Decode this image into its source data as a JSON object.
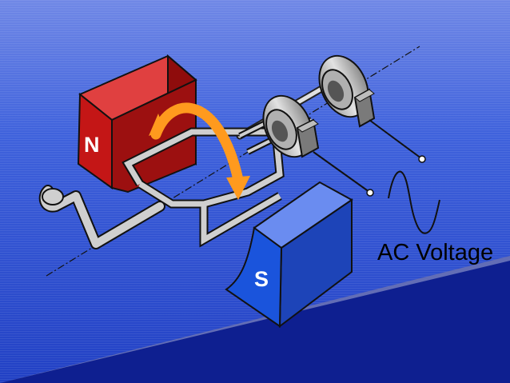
{
  "diagram": {
    "labels": {
      "north_pole": "N",
      "south_pole": "S",
      "output": "AC Voltage"
    },
    "components": [
      "north-magnet",
      "south-magnet",
      "armature-coil",
      "hand-crank",
      "rotation-arrow",
      "slip-ring-front",
      "slip-ring-back",
      "brush-front",
      "brush-back",
      "output-terminal-front",
      "output-terminal-back",
      "axis-line",
      "sine-wave"
    ],
    "colors": {
      "background_top": "#2f52d6",
      "background_bottom": "#0a1a86",
      "north_magnet": "#c41616",
      "south_magnet": "#1a54dc",
      "arrow": "#ff9a1e",
      "metal": "#cfcfcf"
    }
  }
}
